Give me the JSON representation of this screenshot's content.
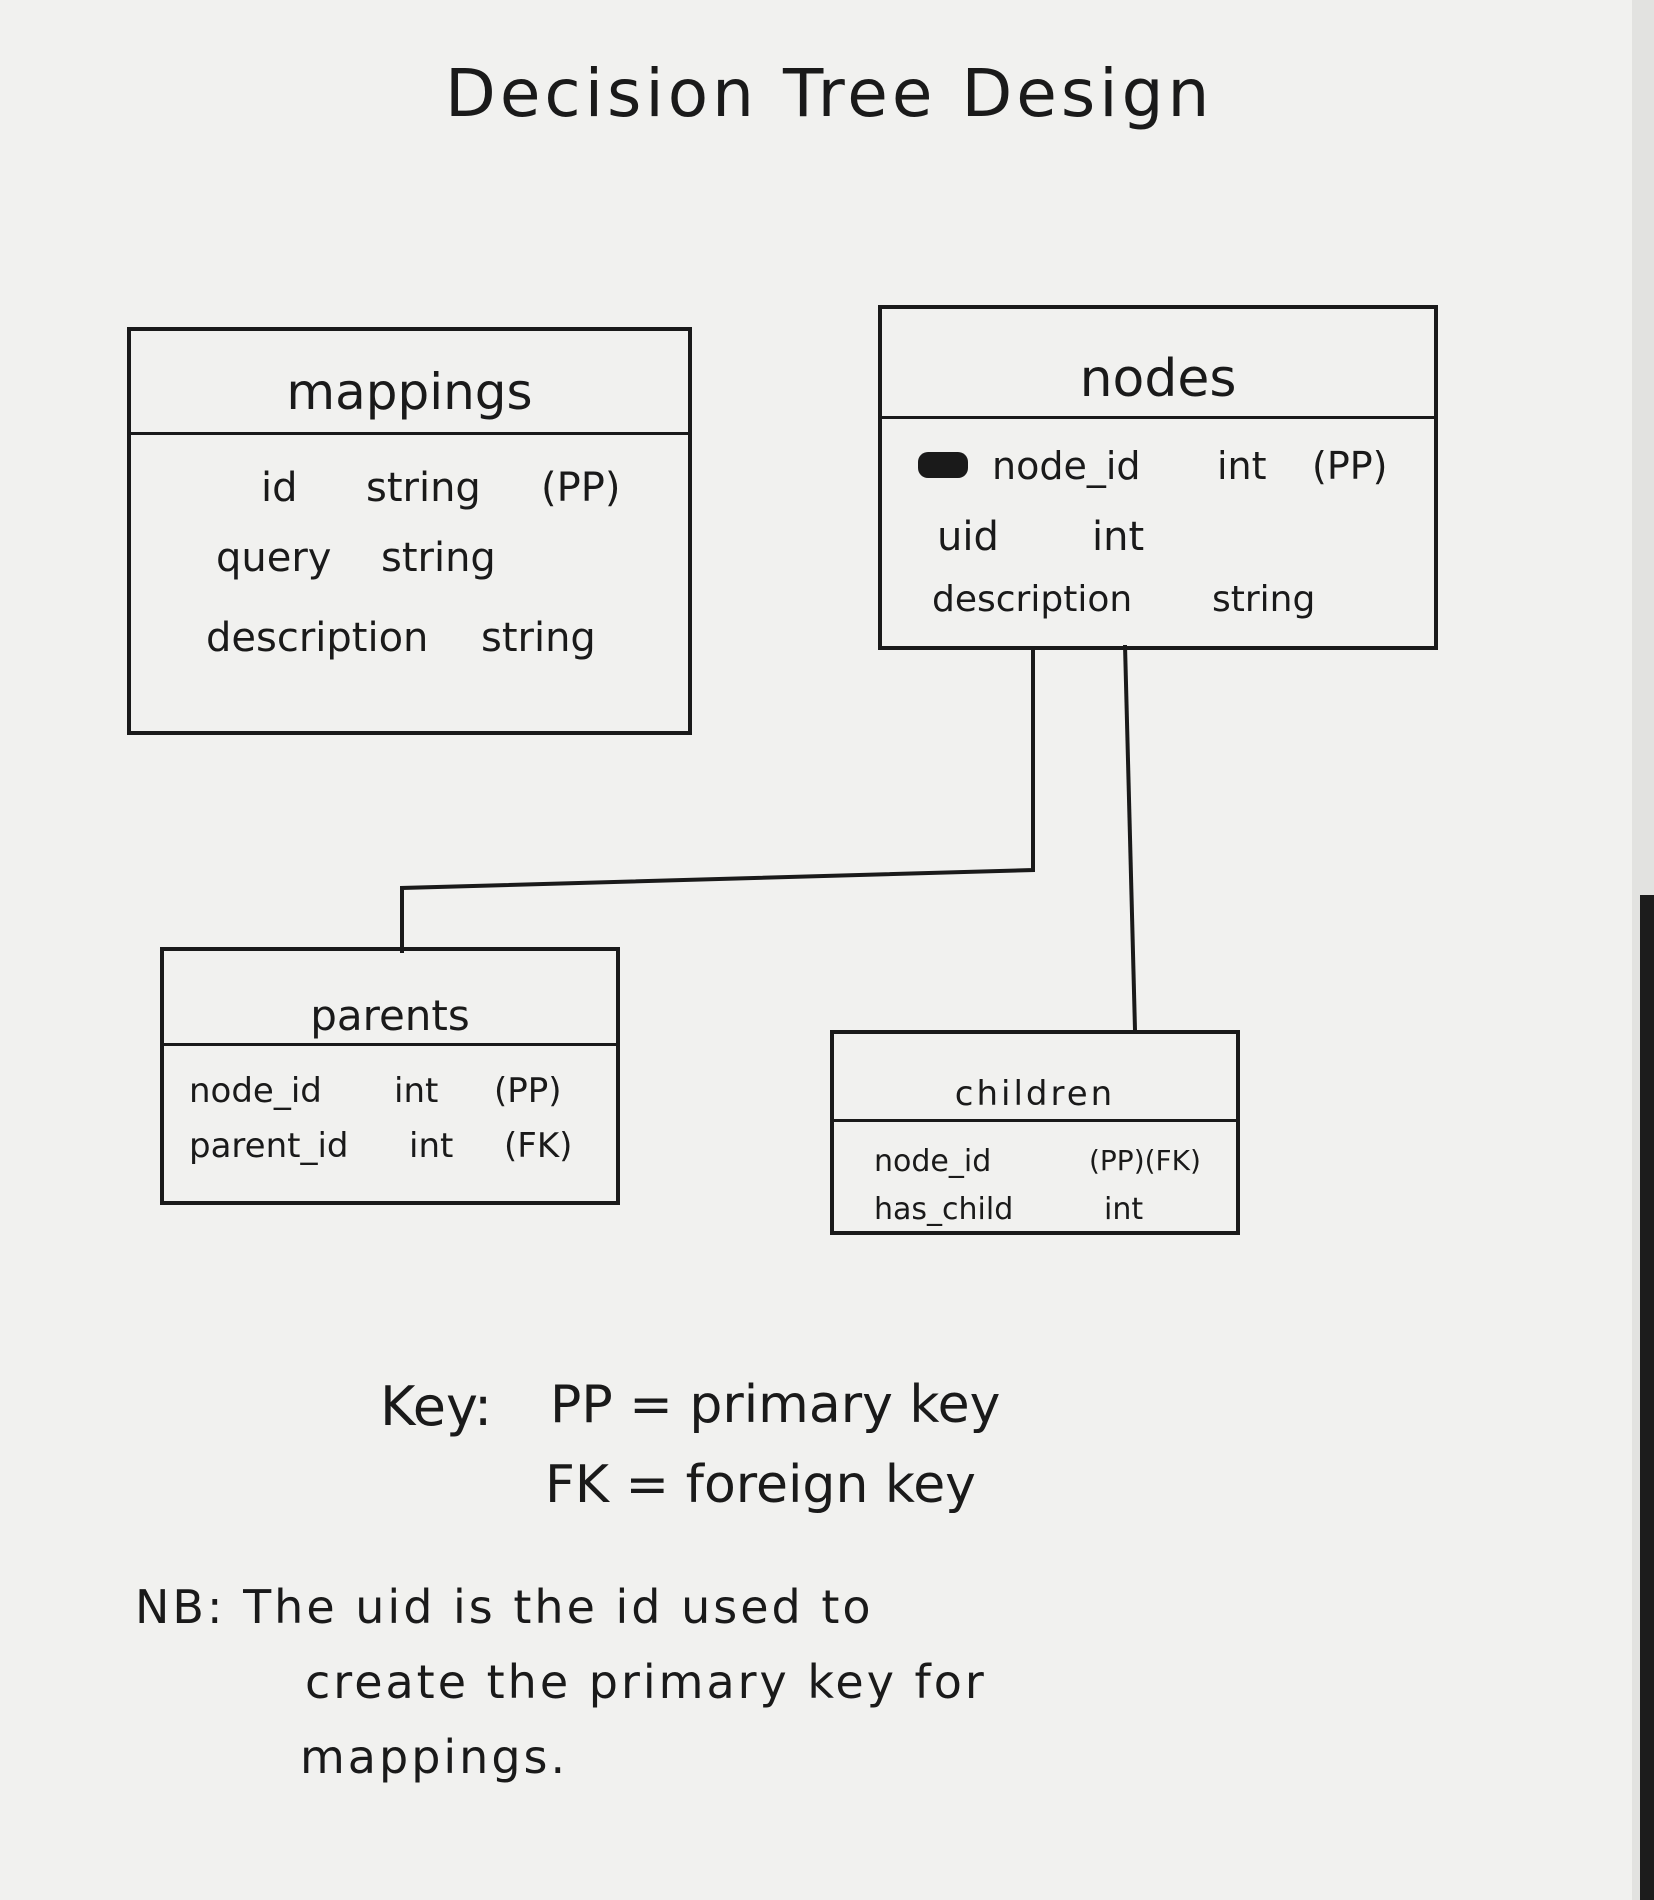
{
  "title": "Decision Tree Design",
  "tables": {
    "mappings": {
      "name": "mappings",
      "fields": [
        {
          "name": "id",
          "type": "string",
          "key": "(PP)"
        },
        {
          "name": "query",
          "type": "string",
          "key": ""
        },
        {
          "name": "description",
          "type": "string",
          "key": ""
        }
      ]
    },
    "nodes": {
      "name": "nodes",
      "fields": [
        {
          "name": "node_id",
          "type": "int",
          "key": "(PP)"
        },
        {
          "name": "uid",
          "type": "int",
          "key": ""
        },
        {
          "name": "description",
          "type": "string",
          "key": ""
        }
      ]
    },
    "parents": {
      "name": "parents",
      "fields": [
        {
          "name": "node_id",
          "type": "int",
          "key": "(PP)"
        },
        {
          "name": "parent_id",
          "type": "int",
          "key": "(FK)"
        }
      ]
    },
    "children": {
      "name": "children",
      "fields": [
        {
          "name": "node_id",
          "type": "",
          "key": "(PP)(FK)"
        },
        {
          "name": "has_child",
          "type": "int",
          "key": ""
        }
      ]
    }
  },
  "key": {
    "label": "Key:",
    "pp": "PP = primary key",
    "fk": "FK = foreign key"
  },
  "note": {
    "line1": "NB: The uid is the id used to",
    "line2": "create the primary key for",
    "line3": "mappings."
  }
}
